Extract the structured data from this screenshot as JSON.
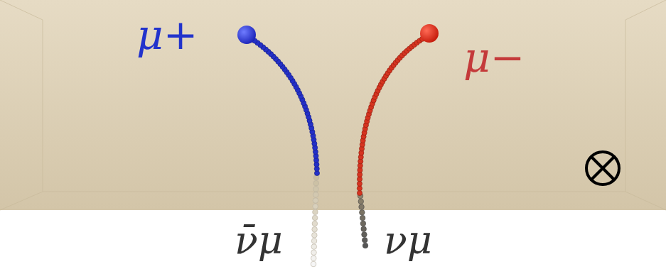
{
  "diagram": {
    "labels": [
      "μ+",
      "μ−",
      "ν̄μ",
      "νμ"
    ]
  }
}
